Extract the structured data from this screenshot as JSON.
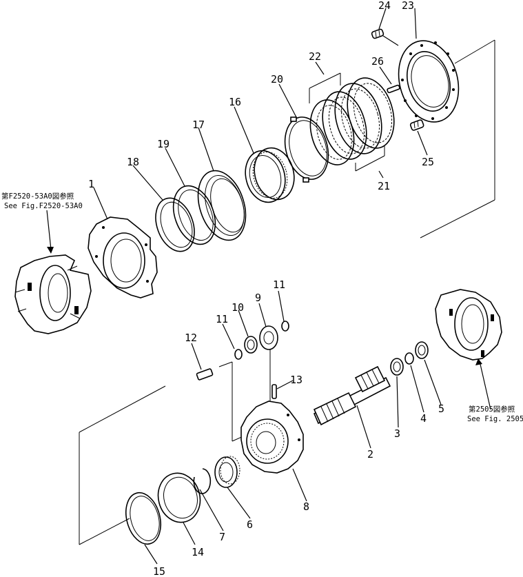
{
  "callouts": [
    {
      "id": "1",
      "label": "1"
    },
    {
      "id": "2",
      "label": "2"
    },
    {
      "id": "3",
      "label": "3"
    },
    {
      "id": "4",
      "label": "4"
    },
    {
      "id": "5",
      "label": "5"
    },
    {
      "id": "6",
      "label": "6"
    },
    {
      "id": "7",
      "label": "7"
    },
    {
      "id": "8",
      "label": "8"
    },
    {
      "id": "9",
      "label": "9"
    },
    {
      "id": "10",
      "label": "10"
    },
    {
      "id": "11a",
      "label": "11"
    },
    {
      "id": "11b",
      "label": "11"
    },
    {
      "id": "12",
      "label": "12"
    },
    {
      "id": "13",
      "label": "13"
    },
    {
      "id": "14",
      "label": "14"
    },
    {
      "id": "15",
      "label": "15"
    },
    {
      "id": "16",
      "label": "16"
    },
    {
      "id": "17",
      "label": "17"
    },
    {
      "id": "18",
      "label": "18"
    },
    {
      "id": "19",
      "label": "19"
    },
    {
      "id": "20",
      "label": "20"
    },
    {
      "id": "21",
      "label": "21"
    },
    {
      "id": "22",
      "label": "22"
    },
    {
      "id": "23",
      "label": "23"
    },
    {
      "id": "24",
      "label": "24"
    },
    {
      "id": "25",
      "label": "25"
    },
    {
      "id": "26",
      "label": "26"
    }
  ],
  "references": {
    "left": {
      "line1": "第F2520-53A0図参照",
      "line2": "See Fig.F2520-53A0"
    },
    "right": {
      "line1": "第2505図参照",
      "line2": "See Fig. 2505"
    }
  }
}
